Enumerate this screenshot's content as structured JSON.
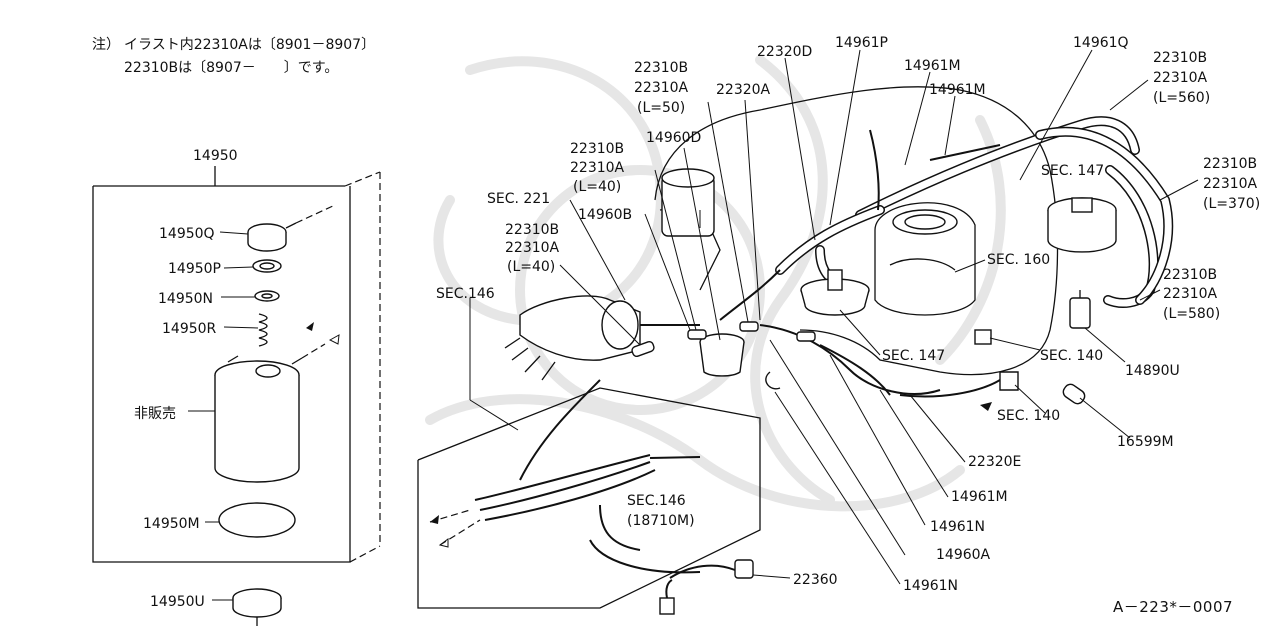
{
  "note": {
    "prefix": "注）",
    "line1": "イラスト内22310Aは〔8901－8907〕",
    "line2": "22310Bは〔8907－　　〕です。"
  },
  "labels": {
    "p14950": "14950",
    "p14950Q": "14950Q",
    "p14950P": "14950P",
    "p14950N": "14950N",
    "p14950R": "14950R",
    "not_for_sale": "非販売",
    "p14950M": "14950M",
    "p14950U": "14950U",
    "sec146_left": "SEC.146",
    "sec221": "SEC. 221",
    "h40a_b": "22310B",
    "h40a_a": "22310A",
    "h40a_l": "(L=40)",
    "h40b_b": "22310B",
    "h40b_a": "22310A",
    "h40b_l": "(L=40)",
    "p14960B": "14960B",
    "p14960D": "14960D",
    "h50_b": "22310B",
    "h50_a": "22310A",
    "h50_l": "(L=50)",
    "p22320A": "22320A",
    "p22320D": "22320D",
    "p14961P": "14961P",
    "p14961M_1": "14961M",
    "p14961M_2": "14961M",
    "p14961Q": "14961Q",
    "h560_b": "22310B",
    "h560_a": "22310A",
    "h560_l": "(L=560)",
    "sec147_top": "SEC. 147",
    "h370_b": "22310B",
    "h370_a": "22310A",
    "h370_l": "(L=370)",
    "sec160": "SEC. 160",
    "h580_b": "22310B",
    "h580_a": "22310A",
    "h580_l": "(L=580)",
    "sec147_mid": "SEC. 147",
    "sec140_a": "SEC. 140",
    "p14890U": "14890U",
    "sec140_b": "SEC. 140",
    "p16599M": "16599M",
    "p22320E": "22320E",
    "p14961M_3": "14961M",
    "p14961N_1": "14961N",
    "p14960A": "14960A",
    "p14961N_2": "14961N",
    "sec146_inset": "SEC.146",
    "sec146_inset_sub": "(18710M)",
    "p22360": "22360"
  },
  "ref_code": "A－223*－0007"
}
